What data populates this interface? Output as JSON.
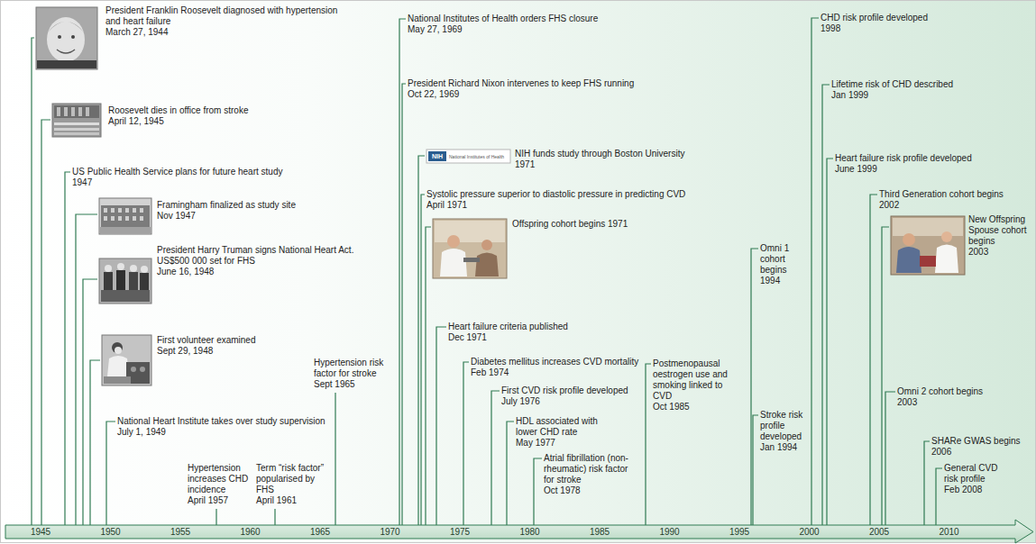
{
  "diagram": {
    "labels": [
      "President Franklin Roosevelt diagnosed with hypertension and heart failure",
      "March 27, 1944",
      "Roosevelt dies in office from stroke",
      "April 12, 1945",
      "US Public Health Service plans for future heart study",
      "1947",
      "Framingham finalized as study site",
      "Nov 1947",
      "President Harry Truman signs National Heart Act. US$500 000 set for FHS",
      "June 16, 1948",
      "First volunteer examined",
      "Sept 29, 1948",
      "National Heart Institute takes over study supervision",
      "July 1, 1949",
      "Hypertension increases CHD incidence",
      "April 1957",
      "Term “risk factor” popularised by FHS",
      "April 1961",
      "Hypertension risk factor for stroke",
      "Sept 1965",
      "National Institutes of Health orders FHS closure",
      "May 27, 1969",
      "President Richard Nixon intervenes to keep FHS running",
      "Oct 22, 1969",
      "NIH",
      "National Institutes of Health",
      "NIH funds study through Boston University",
      "1971",
      "Systolic pressure superior to diastolic pressure in predicting CVD",
      "April 1971",
      "Offspring cohort begins 1971",
      "Heart failure criteria published",
      "Dec 1971",
      "Diabetes mellitus increases CVD mortality",
      "Feb 1974",
      "First CVD risk profile developed",
      "July 1976",
      "HDL associated with lower CHD rate",
      "May 1977",
      "Atrial fibrillation (non-rheumatic) risk factor for stroke",
      "Oct 1978",
      "Postmenopausal oestrogen use and smoking linked to CVD",
      "Oct 1985",
      "Omni 1 cohort begins",
      "1994",
      "Stroke risk profile developed",
      "Jan 1994",
      "CHD risk profile developed",
      "1998",
      "Lifetime risk of CHD described",
      "Jan 1999",
      "Heart failure risk profile developed",
      "June 1999",
      "Third Generation cohort begins",
      "2002",
      "New Offspring Spouse cohort begins",
      "2003",
      "Omni 2 cohort begins",
      "2003",
      "SHARe GWAS begins",
      "2006",
      "General CVD risk profile",
      "Feb 2008",
      "1945",
      "1950",
      "1955",
      "1960",
      "1965",
      "1970",
      "1975",
      "1980",
      "1985",
      "1990",
      "1995",
      "2000",
      "2005",
      "2010"
    ]
  }
}
